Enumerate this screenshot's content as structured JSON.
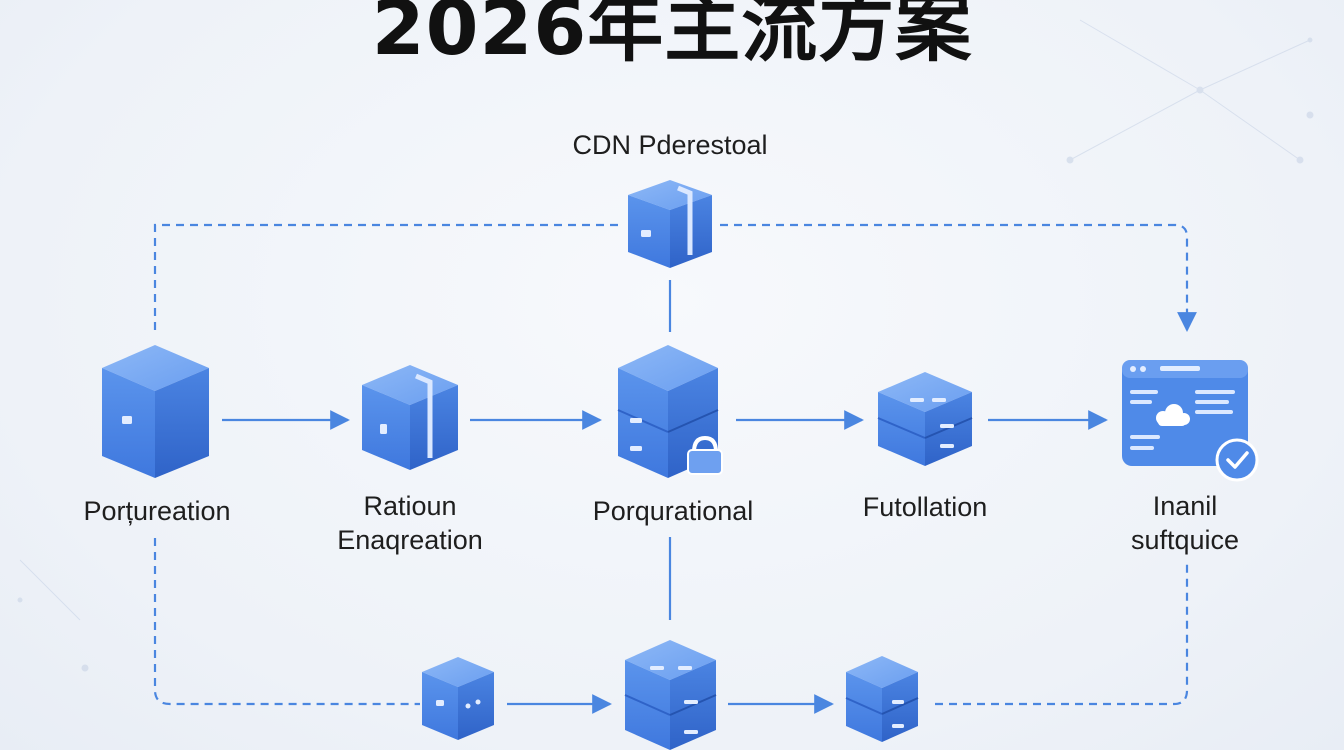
{
  "title": "2026年主流方案",
  "top_node": {
    "label": "CDN Pderestoal"
  },
  "main_row": [
    {
      "label_lines": [
        "Porțureation"
      ]
    },
    {
      "label_lines": [
        "Ratioun",
        "Enaqreation"
      ]
    },
    {
      "label_lines": [
        "Porqurational"
      ]
    },
    {
      "label_lines": [
        "Futollation"
      ]
    },
    {
      "label_lines": [
        "Inanil",
        "suftquice"
      ]
    }
  ],
  "colors": {
    "accent": "#4f8ae8",
    "accent_dark": "#3a6fd0",
    "line": "#4a86e0",
    "title": "#111111"
  },
  "icons": [
    "cube-icon",
    "box-icon",
    "server-icon",
    "database-icon",
    "dashboard-icon",
    "check-icon",
    "cloud-icon",
    "lock-icon"
  ]
}
